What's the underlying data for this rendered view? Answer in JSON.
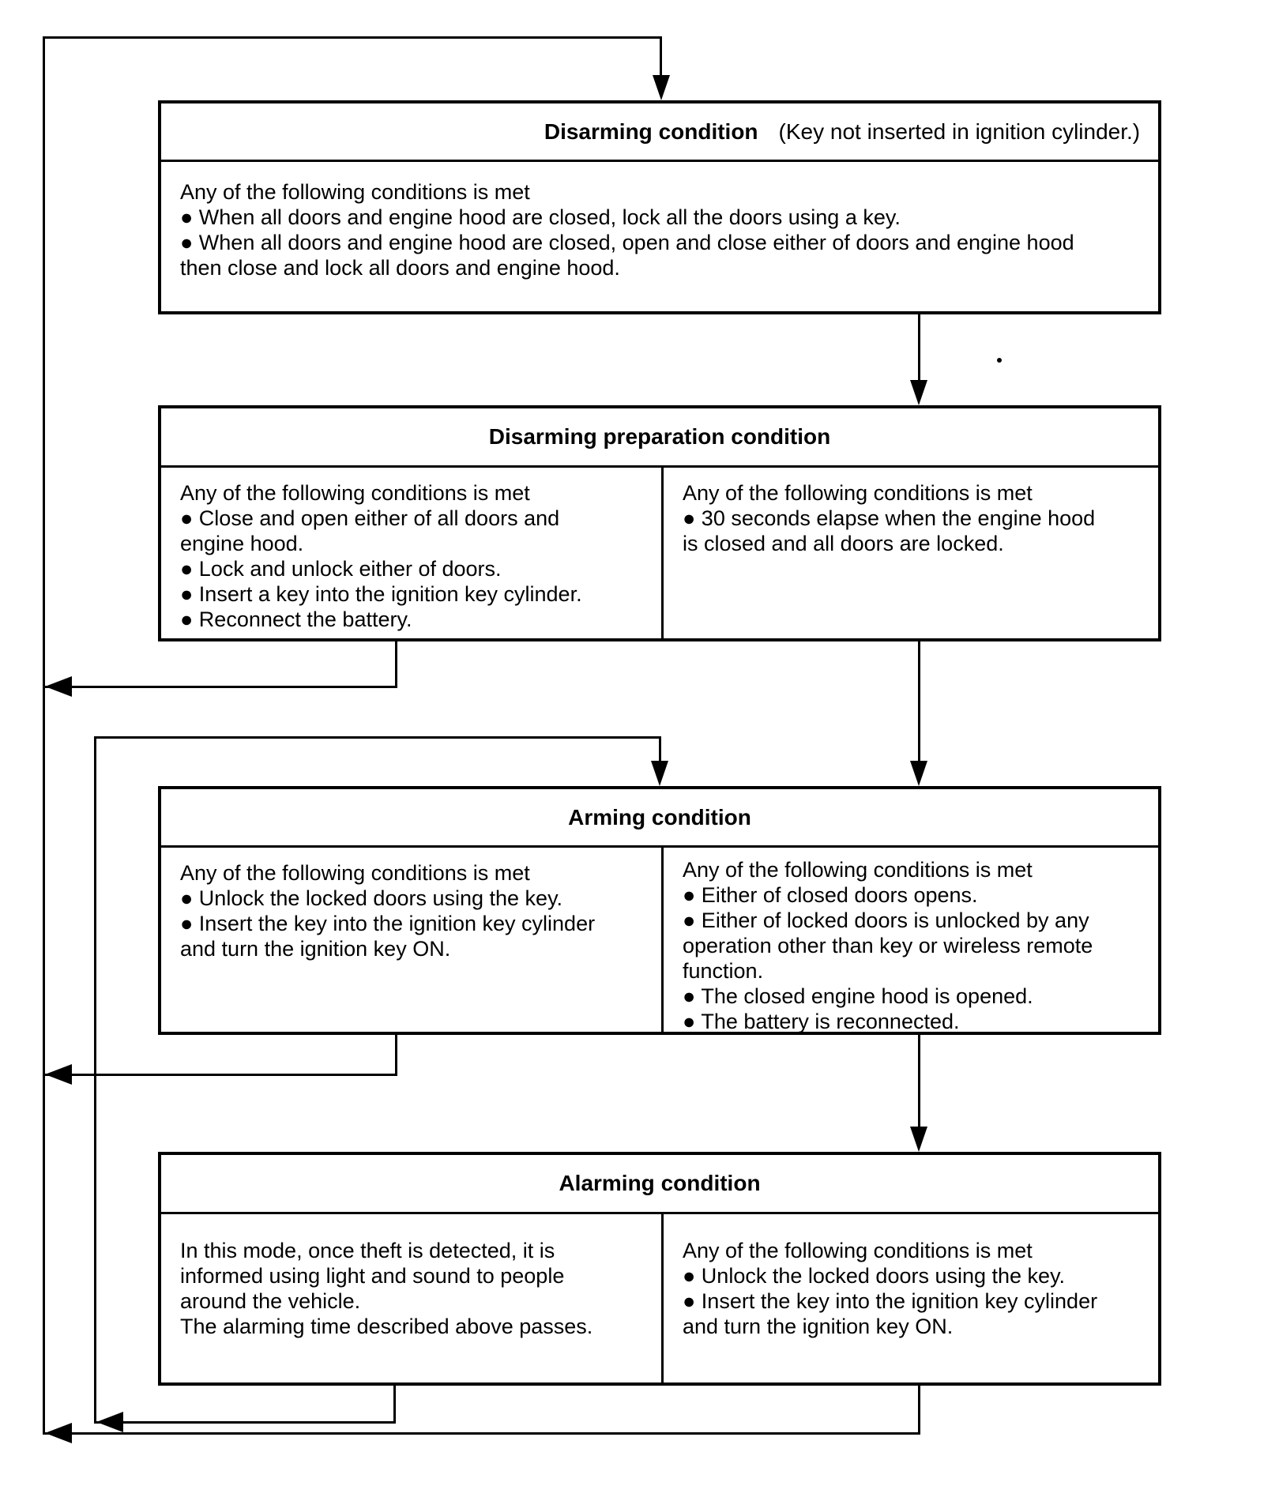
{
  "colors": {
    "ink": "#000000",
    "paper": "#ffffff"
  },
  "flow": {
    "box1": {
      "title": "Disarming condition",
      "note": "(Key not inserted in ignition cylinder.)",
      "body": "Any of the following conditions is met\n● When all doors and engine hood are closed, lock all the doors using a key.\n● When all doors and engine hood are closed, open and close either of doors and engine hood\nthen close and lock all doors and engine hood."
    },
    "box2": {
      "title": "Disarming preparation condition",
      "left": "Any of the following conditions is met\n● Close and open either of all doors and\nengine hood.\n● Lock and unlock either of doors.\n● Insert a key into the ignition key cylinder.\n● Reconnect the battery.",
      "right": "Any of the following conditions is met\n● 30 seconds elapse when the engine hood\nis closed and all doors are locked."
    },
    "box3": {
      "title": "Arming condition",
      "left": "Any of the following conditions is met\n● Unlock the locked doors using the key.\n● Insert the key into the ignition key cylinder\nand turn the ignition key ON.",
      "right": "Any of the following conditions is met\n● Either of closed doors opens.\n● Either of locked doors is unlocked by any\noperation other than key or wireless remote\nfunction.\n● The closed engine hood is opened.\n● The battery is reconnected."
    },
    "box4": {
      "title": "Alarming condition",
      "left": "In this mode, once theft is detected, it is\ninformed using light and sound to people\naround the vehicle.\nThe alarming time described above passes.",
      "right": "Any of the following conditions is met\n● Unlock the locked doors using the key.\n● Insert the key into the ignition key cylinder\nand turn the ignition key ON."
    }
  }
}
